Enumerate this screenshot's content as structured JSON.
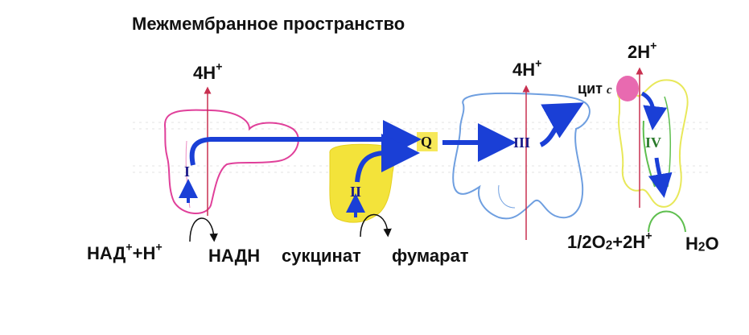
{
  "title": "Межмембранное пространство",
  "proton_labels": {
    "complex1": {
      "base": "4H",
      "sup": "+"
    },
    "complex3": {
      "base": "4H",
      "sup": "+"
    },
    "complex4": {
      "base": "2H",
      "sup": "+"
    }
  },
  "complexes": {
    "I": "I",
    "II": "II",
    "Q": "Q",
    "III": "III",
    "IV": "IV",
    "cyt_c_label": "цит",
    "cyt_c_letter": "c"
  },
  "substrates": {
    "nad": {
      "base": "НАД",
      "sup1": "+",
      "plus_h": "+H",
      "sup2": "+"
    },
    "nadh": "НАДН",
    "succinate": "сукцинат",
    "fumarate": "фумарат",
    "oxygen": {
      "a": "1/2O",
      "sub": "2",
      "b": "+2H",
      "sup": "+"
    },
    "water": {
      "a": "H",
      "sub": "2",
      "b": "O"
    }
  },
  "colors": {
    "complex1": "#e0409a",
    "complex2": "#f3e33a",
    "complex3": "#6f9fe0",
    "complex4_green": "#5fbf4f",
    "complex4_yellow": "#e8e85a",
    "cyt_c": "#e86ab0",
    "arrow_blue": "#1a3fd6",
    "proton_line": "#c83050",
    "q_box": "#f6e85a",
    "membrane": "#cccccc"
  }
}
